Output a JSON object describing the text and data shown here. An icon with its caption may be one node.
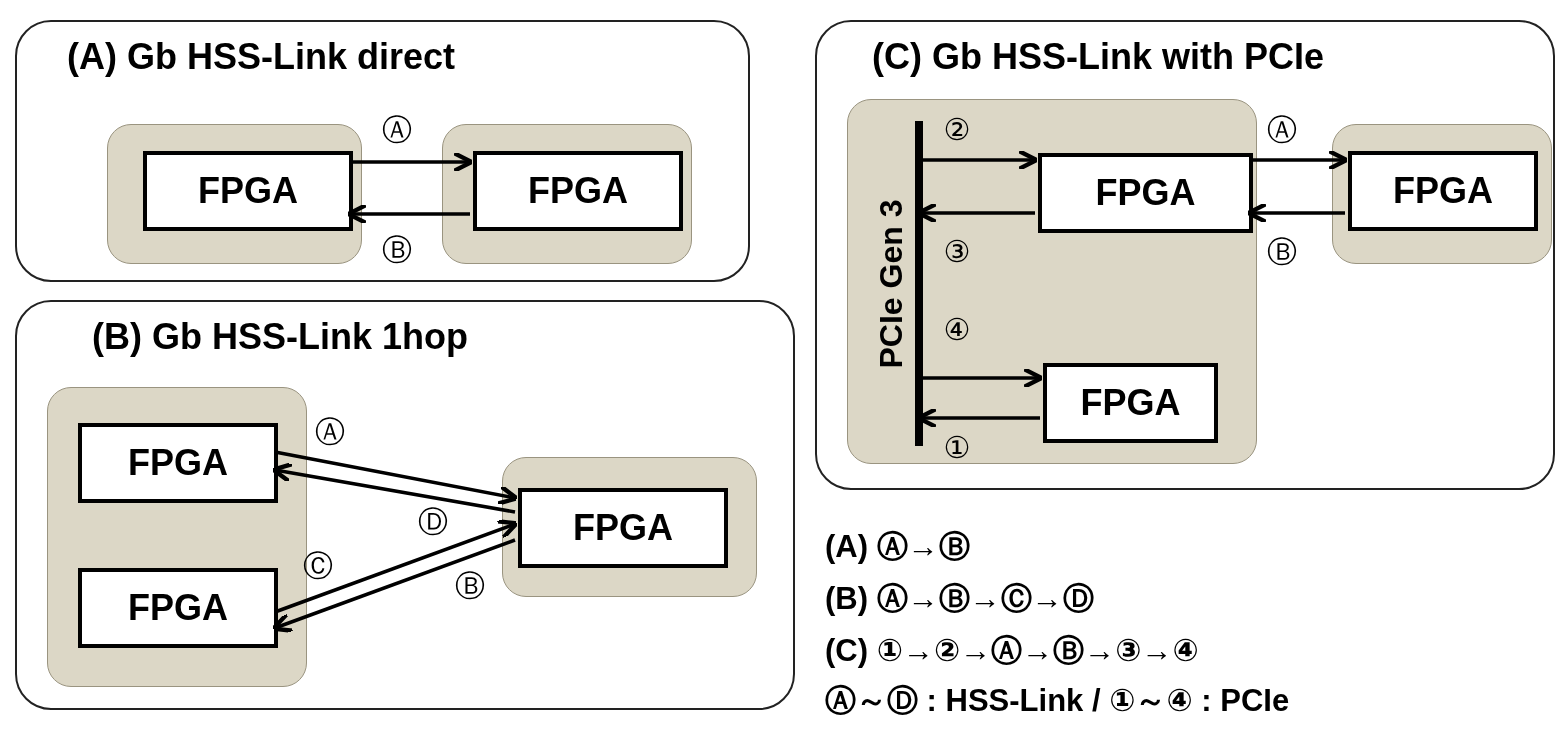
{
  "diagram": {
    "nodes": [
      {
        "text": [
          "(A) Gb HSS-Link direct"
        ]
      },
      {
        "text": [],
        "shape": "box",
        "in": 0
      },
      {
        "text": [
          "FPGA"
        ],
        "in": 1
      },
      {
        "text": [],
        "shape": "box",
        "in": 0
      },
      {
        "text": [
          "FPGA"
        ],
        "in": 3
      },
      {
        "text": [
          "(B) Gb HSS-Link 1hop"
        ]
      },
      {
        "text": [],
        "shape": "box",
        "in": 5
      },
      {
        "text": [
          "FPGA"
        ],
        "in": 6
      },
      {
        "text": [
          "FPGA"
        ],
        "in": 6
      },
      {
        "text": [],
        "shape": "box",
        "in": 5
      },
      {
        "text": [
          "FPGA"
        ],
        "in": 9
      },
      {
        "text": [
          "(C) Gb HSS-Link with PCIe"
        ]
      },
      {
        "text": [],
        "shape": "box",
        "in": 11
      },
      {
        "text": [
          "PCIe Gen 3"
        ],
        "in": 12
      },
      {
        "text": [
          "FPGA"
        ],
        "in": 12
      },
      {
        "text": [
          "FPGA"
        ],
        "in": 12
      },
      {
        "text": [],
        "shape": "box",
        "in": 11
      },
      {
        "text": [
          "FPGA"
        ],
        "in": 16
      }
    ],
    "edges": [
      {
        "from": 2,
        "to": 4,
        "arrow": "to",
        "label": "Ⓐ"
      },
      {
        "from": 4,
        "to": 2,
        "arrow": "to",
        "label": "Ⓑ"
      },
      {
        "from": 7,
        "to": 10,
        "arrow": "to",
        "label": "Ⓐ"
      },
      {
        "from": 10,
        "to": 8,
        "arrow": "to",
        "label": "Ⓑ"
      },
      {
        "from": 8,
        "to": 10,
        "arrow": "to",
        "label": "Ⓒ"
      },
      {
        "from": 10,
        "to": 7,
        "arrow": "to",
        "label": "Ⓓ"
      },
      {
        "from": 13,
        "to": 14,
        "arrow": "to",
        "label": "②"
      },
      {
        "from": 14,
        "to": 13,
        "arrow": "to",
        "label": "③"
      },
      {
        "from": 13,
        "to": 15,
        "arrow": "to",
        "label": "④"
      },
      {
        "from": 15,
        "to": 13,
        "arrow": "to",
        "label": "①"
      },
      {
        "from": 14,
        "to": 17,
        "arrow": "to",
        "label": "Ⓐ"
      },
      {
        "from": 17,
        "to": 14,
        "arrow": "to",
        "label": "Ⓑ"
      }
    ],
    "labels": [
      "(A) Ⓐ→Ⓑ",
      "(B) Ⓐ→Ⓑ→Ⓒ→Ⓓ",
      "(C) ①→②→Ⓐ→Ⓑ→③→④",
      "Ⓐ～Ⓓ : HSS-Link / ①～④ : PCIe"
    ]
  }
}
